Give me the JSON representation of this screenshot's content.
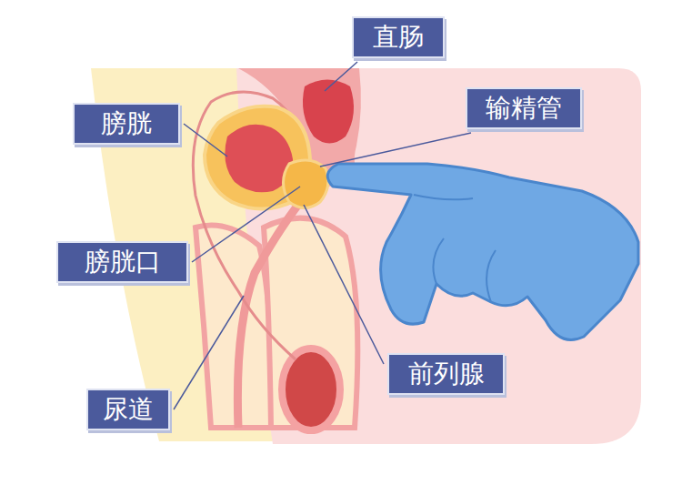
{
  "diagram": {
    "nodes": [
      {
        "text": [
          "直肠"
        ]
      },
      {
        "text": [
          "膀胱"
        ]
      },
      {
        "text": [
          "输精管"
        ]
      },
      {
        "text": [
          "膀胱口"
        ]
      },
      {
        "text": [
          "前列腺"
        ]
      },
      {
        "text": [
          "尿道"
        ]
      }
    ]
  }
}
